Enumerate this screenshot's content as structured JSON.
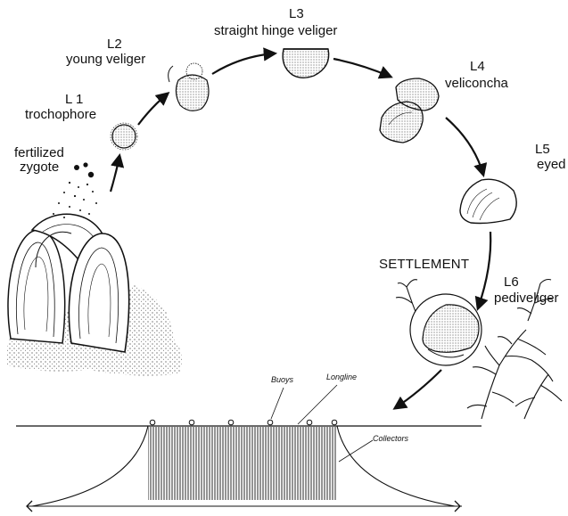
{
  "stages": [
    {
      "id": "L1",
      "code": "L 1",
      "name": "trochophore"
    },
    {
      "id": "L2",
      "code": "L2",
      "name": "young veliger"
    },
    {
      "id": "L3",
      "code": "L3",
      "name": "straight hinge veliger"
    },
    {
      "id": "L4",
      "code": "L4",
      "name": "veliconcha"
    },
    {
      "id": "L5",
      "code": "L5",
      "name": "eyed veliger"
    },
    {
      "id": "L6",
      "code": "L6",
      "name": "pediveliger"
    }
  ],
  "zygote": {
    "line1": "fertilized",
    "line2": "zygote"
  },
  "settlement": "SETTLEMENT",
  "longline_labels": {
    "buoys": "Buoys",
    "longline": "Longline",
    "collectors": "Collectors"
  },
  "colors": {
    "ink": "#111111",
    "background": "#ffffff"
  }
}
